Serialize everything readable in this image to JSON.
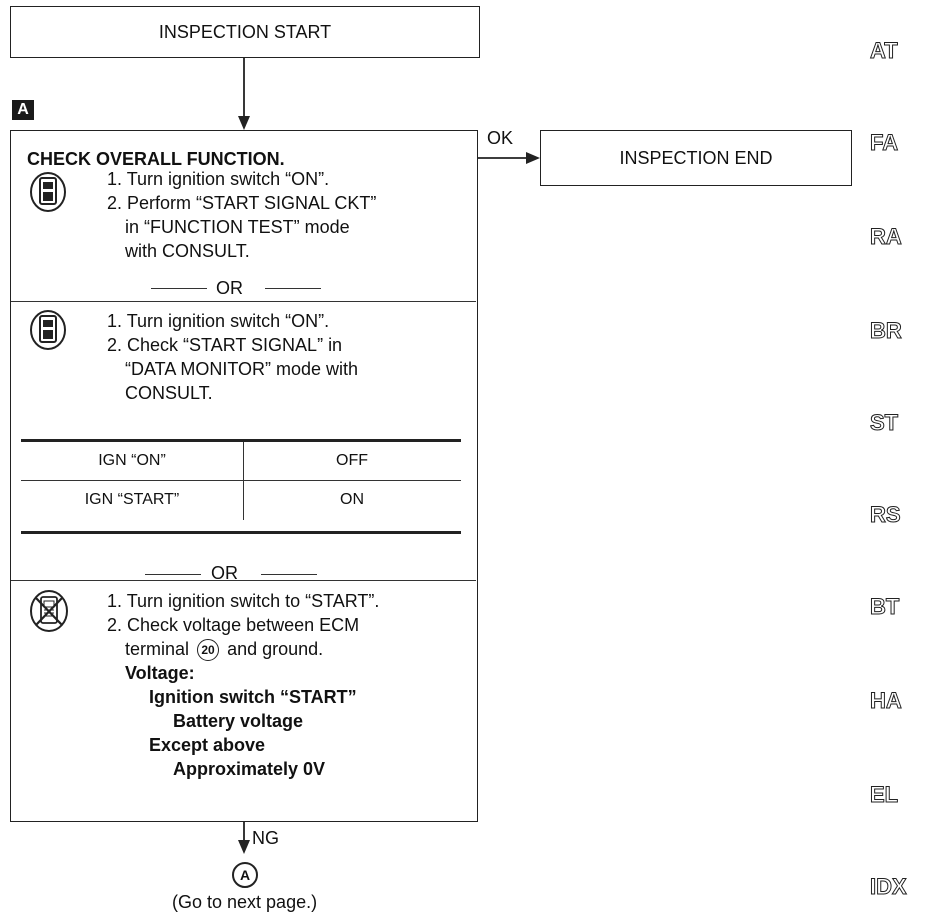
{
  "start_label": "INSPECTION START",
  "step_marker": "A",
  "check_title": "CHECK OVERALL FUNCTION.",
  "ok_label": "OK",
  "end_label": "INSPECTION END",
  "methods": {
    "consult_test": {
      "step1": "1. Turn ignition switch “ON”.",
      "step2_l1": "2. Perform “START SIGNAL CKT”",
      "step2_l2": "in “FUNCTION TEST” mode",
      "step2_l3": "with CONSULT."
    },
    "or_1": "OR",
    "consult_monitor": {
      "step1": "1. Turn ignition switch “ON”.",
      "step2_l1": "2. Check “START SIGNAL” in",
      "step2_l2": "“DATA MONITOR” mode with",
      "step2_l3": "CONSULT."
    },
    "table": [
      {
        "condition": "IGN “ON”",
        "value": "OFF"
      },
      {
        "condition": "IGN “START”",
        "value": "ON"
      }
    ],
    "or_2": "OR",
    "voltage_check": {
      "step1": "1. Turn ignition switch to “START”.",
      "step2_l1": "2. Check voltage between ECM",
      "step2_l2a": "terminal",
      "terminal": "20",
      "step2_l2b": "and ground.",
      "voltage_label": "Voltage:",
      "cond1": "Ignition switch “START”",
      "val1": "Battery voltage",
      "cond2": "Except above",
      "val2": "Approximately 0V"
    }
  },
  "ng_label": "NG",
  "connector": "A",
  "next_page": "(Go to next page.)",
  "side_tabs": [
    "AT",
    "FA",
    "RA",
    "BR",
    "ST",
    "RS",
    "BT",
    "HA",
    "EL",
    "IDX"
  ]
}
